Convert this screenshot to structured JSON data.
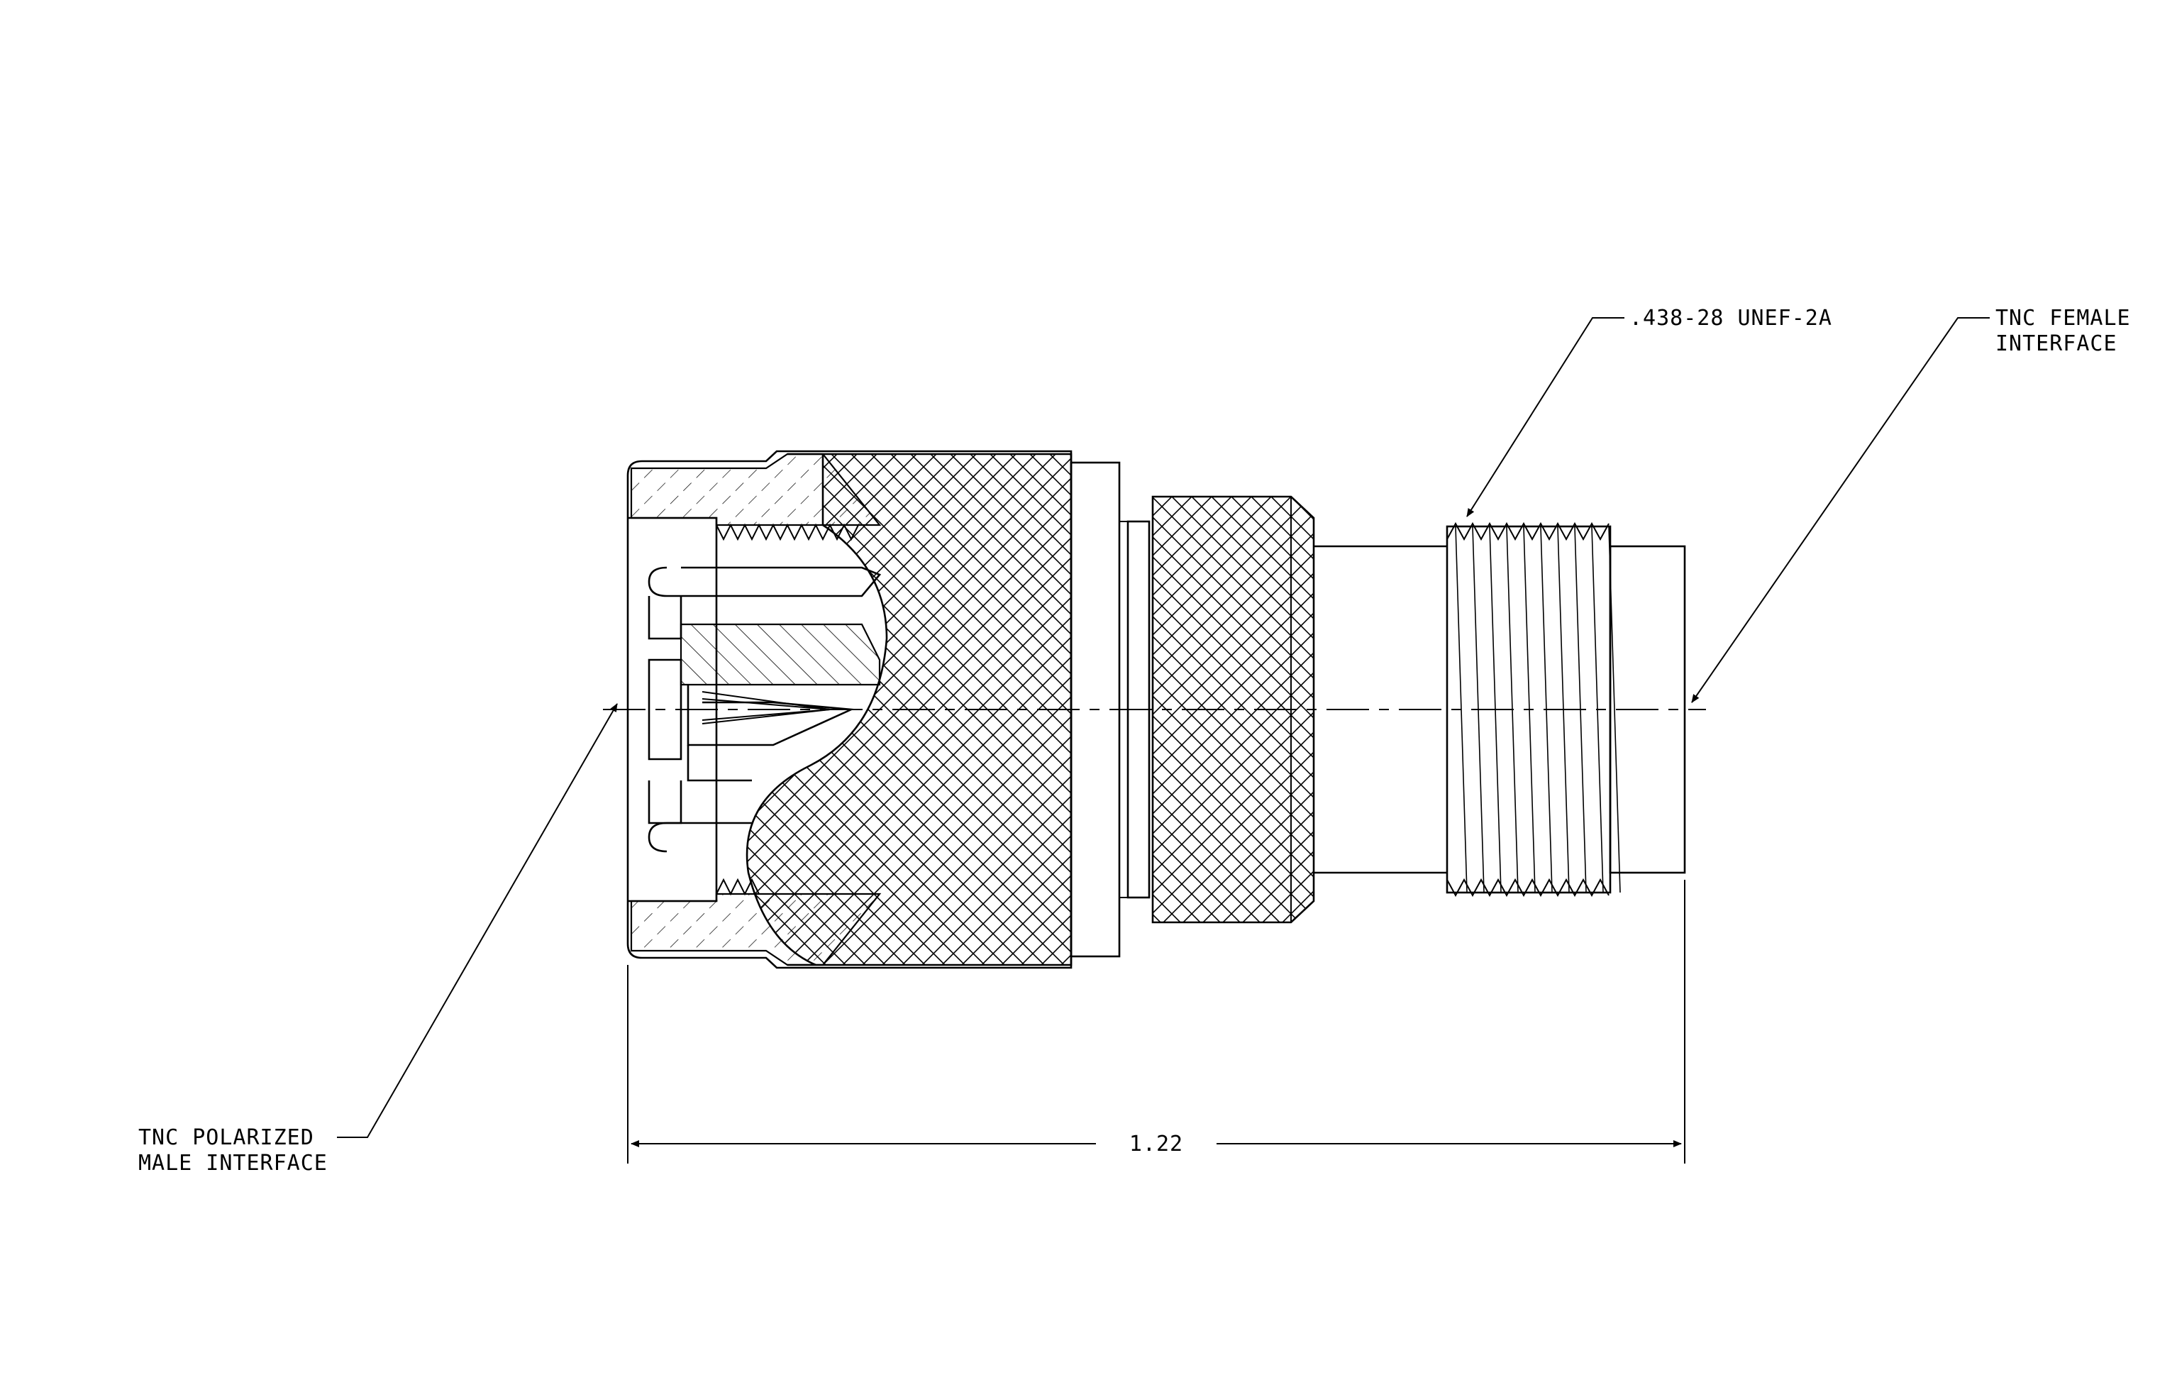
{
  "callouts": {
    "thread_spec": ".438-28 UNEF-2A",
    "female_line1": "TNC FEMALE",
    "female_line2": "INTERFACE",
    "male_line1": "TNC POLARIZED",
    "male_line2": "MALE INTERFACE"
  },
  "dimension": {
    "overall_length": "1.22"
  },
  "colors": {
    "line": "#000000",
    "background": "#ffffff"
  }
}
